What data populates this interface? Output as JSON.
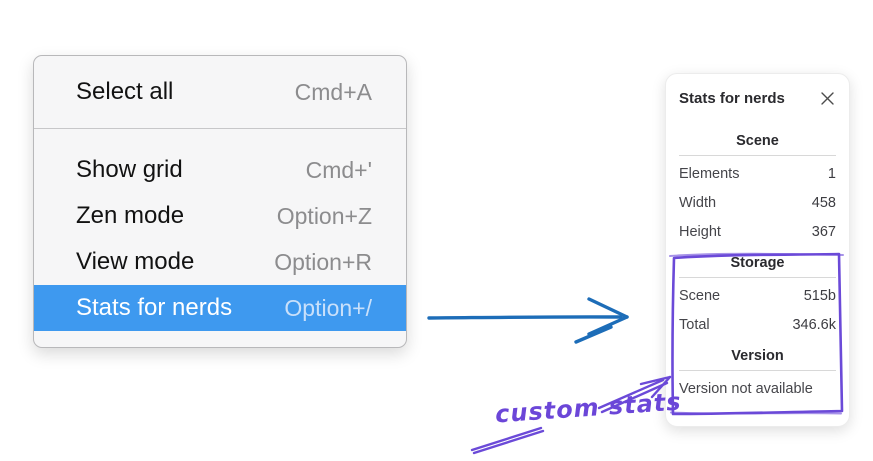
{
  "menu": {
    "items": [
      {
        "label": "Select all",
        "shortcut": "Cmd+A",
        "highlighted": false
      },
      {
        "label": "Show grid",
        "shortcut": "Cmd+'",
        "highlighted": false
      },
      {
        "label": "Zen mode",
        "shortcut": "Option+Z",
        "highlighted": false
      },
      {
        "label": "View mode",
        "shortcut": "Option+R",
        "highlighted": false
      },
      {
        "label": "Stats for nerds",
        "shortcut": "Option+/",
        "highlighted": true
      }
    ],
    "highlight_color": "#3e99ef"
  },
  "panel": {
    "title": "Stats for nerds",
    "close_icon": "x-icon",
    "sections": [
      {
        "heading": "Scene",
        "rows": [
          {
            "label": "Elements",
            "value": "1"
          },
          {
            "label": "Width",
            "value": "458"
          },
          {
            "label": "Height",
            "value": "367"
          }
        ]
      },
      {
        "heading": "Storage",
        "rows": [
          {
            "label": "Scene",
            "value": "515b"
          },
          {
            "label": "Total",
            "value": "346.6k"
          }
        ]
      },
      {
        "heading": "Version",
        "note": "Version not available"
      }
    ]
  },
  "annotations": {
    "custom_stats_label": "custom stats",
    "purple_color": "#6b4ad8",
    "blue_arrow_color": "#1d6db8"
  }
}
